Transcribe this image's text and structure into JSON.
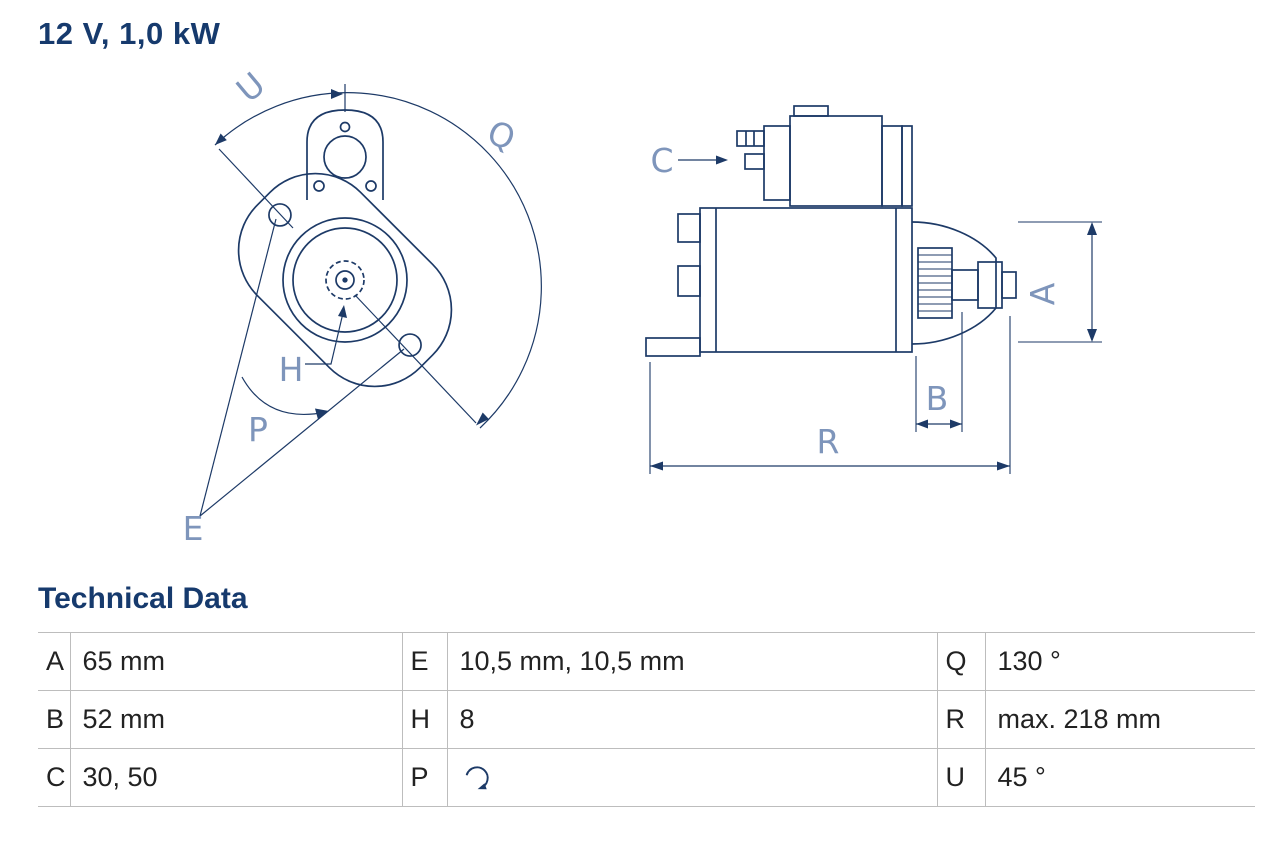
{
  "page": {
    "title": "12 V, 1,0 kW"
  },
  "diagram": {
    "labels": {
      "U": "U",
      "Q": "Q",
      "H": "H",
      "P": "P",
      "E": "E",
      "C": "C",
      "A": "A",
      "B": "B",
      "R": "R"
    }
  },
  "technical_data": {
    "heading": "Technical Data",
    "rows": [
      [
        {
          "key": "A",
          "value": "65 mm"
        },
        {
          "key": "E",
          "value": "10,5 mm, 10,5 mm"
        },
        {
          "key": "Q",
          "value": "130 °"
        }
      ],
      [
        {
          "key": "B",
          "value": "52 mm"
        },
        {
          "key": "H",
          "value": "8"
        },
        {
          "key": "R",
          "value": "max. 218 mm"
        }
      ],
      [
        {
          "key": "C",
          "value": "30, 50"
        },
        {
          "key": "P",
          "value": "",
          "icon": "rotation-clockwise-icon"
        },
        {
          "key": "U",
          "value": "45 °"
        }
      ]
    ]
  },
  "colors": {
    "drawing": "#1d3a67",
    "labels": "#7e95bb",
    "heading": "#163a6d",
    "table_text": "#222222",
    "grid_line": "#bdbdbd"
  }
}
